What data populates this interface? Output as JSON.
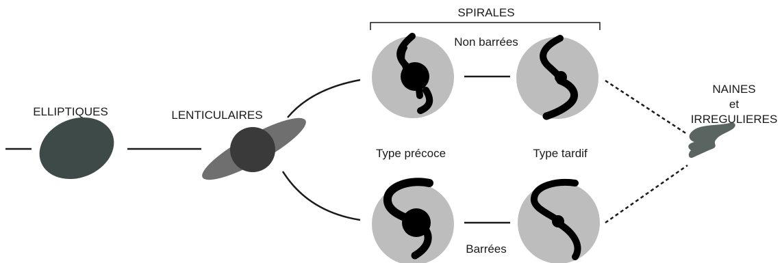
{
  "labels": {
    "elliptiques": "ELLIPTIQUES",
    "lenticulaires": "LENTICULAIRES",
    "spirales": "SPIRALES",
    "non_barrees": "Non barrées",
    "barrees": "Barrées",
    "type_precoce": "Type précoce",
    "type_tardif": "Type tardif",
    "naines_line1": "NAINES",
    "naines_line2": "et",
    "naines_line3": "IRREGULIERES"
  },
  "colors": {
    "elliptical": "#3d4a47",
    "lenticular_disk": "#6f6f6f",
    "lenticular_bulge": "#3a3a3a",
    "spiral_disk": "#bdbdbd",
    "spiral_arms": "#000000",
    "irregular": "#5a6562",
    "lines": "#1a1a1a"
  }
}
